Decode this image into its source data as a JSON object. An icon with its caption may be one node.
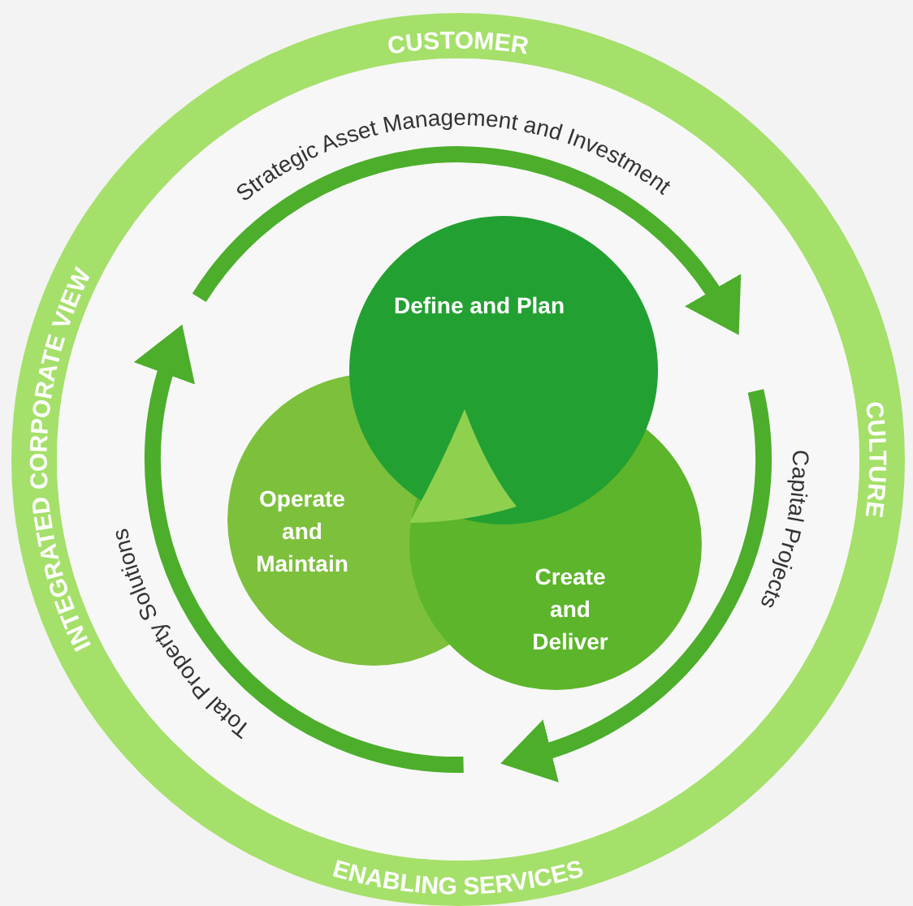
{
  "diagram": {
    "nodes": [
      {
        "text": [
          "CUSTOMER",
          "CULTURE",
          "ENABLING SERVICES",
          "INTEGRATED CORPORATE VIEW"
        ]
      },
      {
        "text": [
          "Define and Plan"
        ],
        "in": 0
      },
      {
        "text": [
          "Operate and Maintain"
        ],
        "in": 0
      },
      {
        "text": [
          "Create and Deliver"
        ],
        "in": 0
      }
    ],
    "labels": [
      "Strategic Asset Management and Investment",
      "Capital Projects",
      "Total Property Solutions"
    ]
  }
}
